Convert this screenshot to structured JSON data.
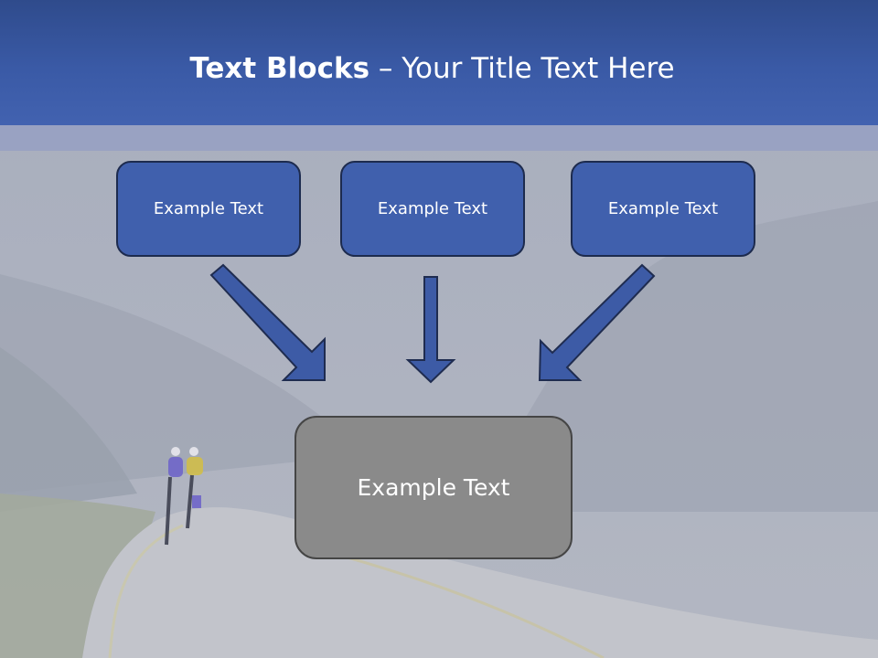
{
  "slide": {
    "title_bold": "Text Blocks",
    "title_dash": " – ",
    "title_rest": "Your Title Text Here"
  },
  "blocks": {
    "top": [
      "Example Text",
      "Example Text",
      "Example Text"
    ],
    "bottom": "Example Text"
  },
  "colors": {
    "header": "#3a5aa6",
    "box_fill": "#4060ad",
    "box_border": "#1d2b4e",
    "bottom_fill": "#8a8a8a",
    "arrow_fill": "#3d5ba6",
    "arrow_stroke": "#1f2c50"
  }
}
